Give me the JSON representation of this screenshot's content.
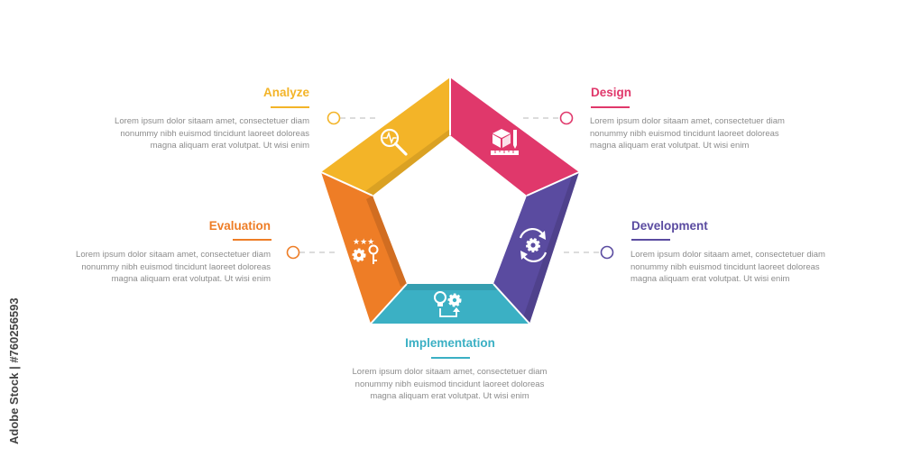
{
  "watermark": "Adobe Stock | #760256593",
  "colors": {
    "analyze": "#f3b428",
    "design": "#e0386b",
    "development": "#5a4ba0",
    "implementation": "#3bb0c4",
    "evaluation": "#ee7d26",
    "connector": "#c8c8c8"
  },
  "steps": [
    {
      "key": "analyze",
      "title": "Analyze",
      "icon": "magnifier-chart-icon",
      "desc": "Lorem ipsum dolor sitaam amet, consectetuer diam nonummy  nibh euismod tincidunt laoreet doloreas magna aliquam erat volutpat. Ut wisi enim"
    },
    {
      "key": "design",
      "title": "Design",
      "icon": "cube-ruler-icon",
      "desc": "Lorem ipsum dolor sitaam amet, consectetuer diam nonummy  nibh euismod tincidunt laoreet doloreas magna aliquam erat volutpat. Ut wisi enim"
    },
    {
      "key": "development",
      "title": "Development",
      "icon": "gear-cycle-icon",
      "desc": "Lorem ipsum dolor sitaam amet, consectetuer diam nonummy  nibh euismod tincidunt laoreet doloreas magna aliquam erat volutpat. Ut wisi enim"
    },
    {
      "key": "implementation",
      "title": "Implementation",
      "icon": "bulb-gear-icon",
      "desc": "Lorem ipsum dolor sitaam amet, consectetuer diam nonummy  nibh euismod tincidunt laoreet doloreas magna aliquam erat volutpat. Ut wisi enim"
    },
    {
      "key": "evaluation",
      "title": "Evaluation",
      "icon": "stars-gear-icon",
      "desc": "Lorem ipsum dolor sitaam amet, consectetuer diam nonummy  nibh euismod tincidunt laoreet doloreas magna aliquam erat volutpat. Ut wisi enim"
    }
  ]
}
